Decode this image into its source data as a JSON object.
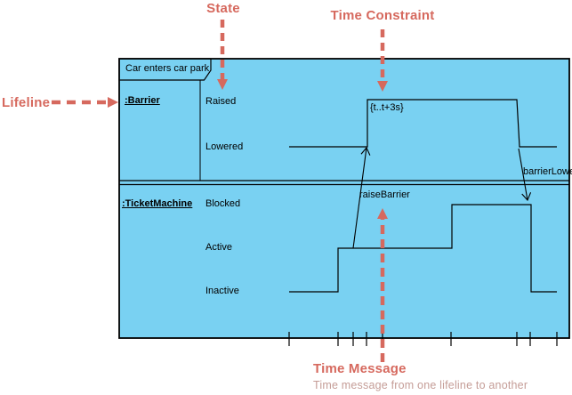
{
  "annotations": {
    "state_label": "State",
    "time_constraint_label": "Time Constraint",
    "lifeline_label": "Lifeline",
    "time_message_label": "Time Message",
    "time_message_subtitle": "Time message from one lifeline to another"
  },
  "diagram": {
    "frame_label": "Car enters car park",
    "time_constraint": "{t..t+3s}",
    "lifelines": [
      {
        "name": ":Barrier",
        "states": [
          "Raised",
          "Lowered"
        ],
        "state_sequence": [
          "Lowered",
          "Raised",
          "Lowered"
        ]
      },
      {
        "name": ":TicketMachine",
        "states": [
          "Blocked",
          "Active",
          "Inactive"
        ],
        "state_sequence": [
          "Inactive",
          "Active",
          "Blocked",
          "Inactive"
        ]
      }
    ],
    "messages": [
      {
        "label": "raiseBarrier",
        "from": ":TicketMachine",
        "to": ":Barrier"
      },
      {
        "label": "barrierLowered",
        "from": ":Barrier",
        "to": ":TicketMachine"
      }
    ],
    "colors": {
      "frame_fill": "#79d1f2",
      "line": "#000000",
      "annotation_accent": "#d6695e",
      "annotation_muted": "#c59d97"
    }
  }
}
